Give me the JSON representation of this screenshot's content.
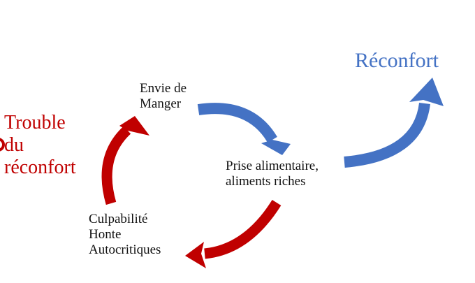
{
  "colors": {
    "red": "#C00000",
    "blue": "#4472C4",
    "label_text": "#111111"
  },
  "diagram": {
    "title": {
      "line1": "Trouble",
      "line2": "du",
      "line3": "réconfort"
    },
    "outcome": {
      "label": "Réconfort"
    },
    "nodes": {
      "craving": {
        "line1": "Envie de",
        "line2": "Manger"
      },
      "intake": {
        "line1": "Prise alimentaire,",
        "line2": "aliments riches"
      },
      "guilt": {
        "line1": "Culpabilité",
        "line2": "Honte",
        "line3": "Autocritiques"
      }
    },
    "arrows": [
      {
        "name": "craving-to-intake",
        "color": "blue"
      },
      {
        "name": "intake-to-reconfort",
        "color": "blue"
      },
      {
        "name": "intake-to-guilt",
        "color": "red"
      },
      {
        "name": "guilt-to-craving",
        "color": "red"
      }
    ]
  }
}
